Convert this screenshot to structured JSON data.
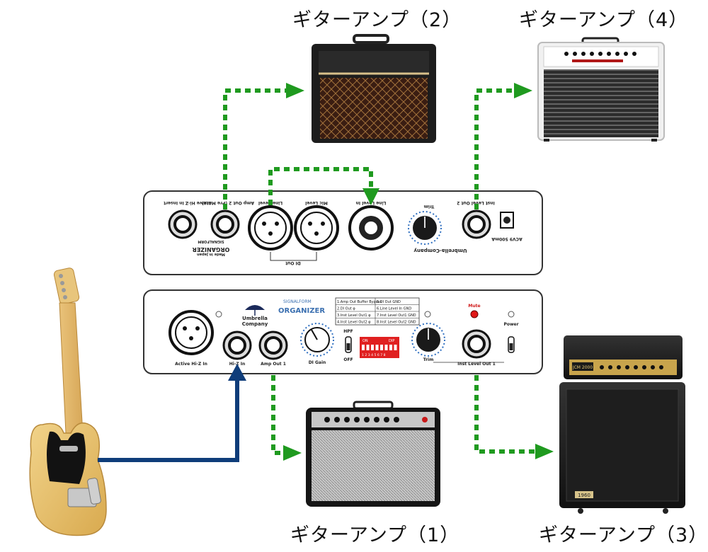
{
  "amp_labels": {
    "amp1": "ギターアンプ（1）",
    "amp2": "ギターアンプ（2）",
    "amp3": "ギターアンプ（3）",
    "amp4": "ギターアンプ（4）"
  },
  "rear_panel": {
    "jack_active_insert": "Active Hi-Z In Insert",
    "jack_amp_out2": "Amp Out 2 (Pre Mute)",
    "xlr_line_level": "Line Level",
    "xlr_mic_level": "Mic Level",
    "combo_line_level_in": "Line Level In",
    "knob_trim": "Trim",
    "jack_inst_out2": "Inst Level Out 2",
    "dc_label": "ACV9 500mA",
    "di_out": "DI Out",
    "brand_line1": "SIGNALFORM",
    "brand_line2": "ORGANIZER",
    "made_in": "Made in Japan",
    "company": "Umbrella-Company"
  },
  "front_panel": {
    "active_hiz_in": "Active Hi-Z In",
    "hiz_in": "Hi-Z In",
    "amp_out1": "Amp Out 1",
    "logo_line1": "Umbrella",
    "logo_line2": "Company",
    "signalform": "SIGNALFORM",
    "organizer": "ORGANIZER",
    "di_gain": "DI Gain",
    "hpf": "HPF",
    "off": "OFF",
    "dip_on": "ON",
    "dip_label": "DIP",
    "dip_numbers": "1 2 3 4 5 6 7 8",
    "trim": "Trim",
    "inst_out1": "Inst Level Out 1",
    "mute": "Mute",
    "power": "Power",
    "dip_table": [
      [
        "1.Amp Out Buffer Bypass",
        "5.DI Out GND"
      ],
      [
        "2.DI Out φ",
        "6.Line Level In GND"
      ],
      [
        "3.Inst Level Out1 φ",
        "7.Inst Level Out1 GND"
      ],
      [
        "4.Inst Level Out2 φ",
        "8.Inst Level Out2 GND"
      ]
    ]
  },
  "amp_badges": {
    "amp3_model": "JCM 2000",
    "amp3_cab": "1960"
  },
  "colors": {
    "signal_green": "#1f9a1f",
    "guitar_cable_blue": "#0f3d7a",
    "mute_led": "#e01818"
  }
}
